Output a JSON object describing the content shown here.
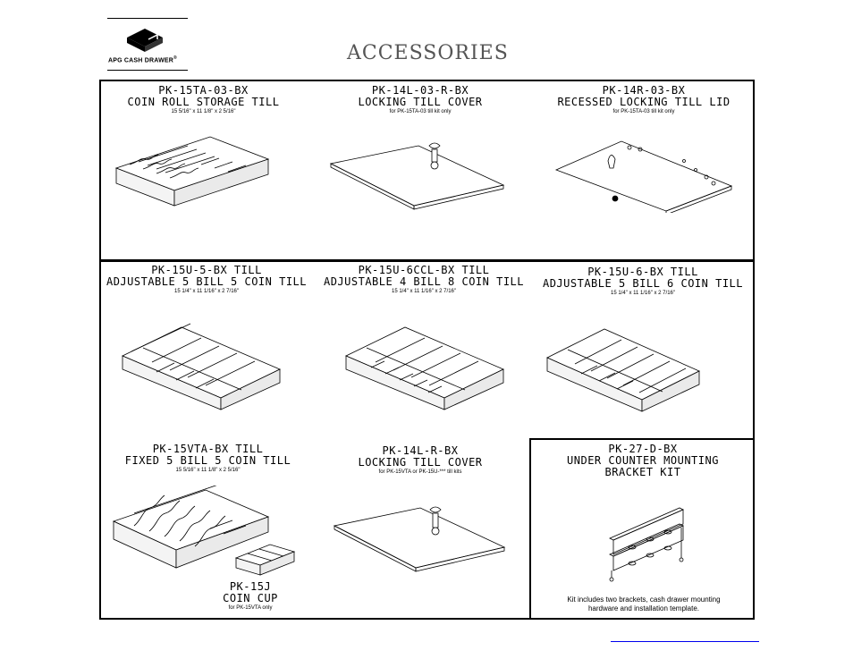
{
  "brand": {
    "logo_text": "APG CASH DRAWER",
    "trademark": "®"
  },
  "page": {
    "title": "ACCESSORIES"
  },
  "products": [
    {
      "code": "PK-15TA-03-BX",
      "name": "COIN ROLL STORAGE TILL",
      "dim": "15 5/16\" x 11 1/8\" x 2 5/16\""
    },
    {
      "code": "PK-14L-03-R-BX",
      "name": "LOCKING TILL COVER",
      "dim": "for PK-15TA-03 till kit only"
    },
    {
      "code": "PK-14R-03-BX",
      "name": "RECESSED LOCKING TILL LID",
      "dim": "for PK-15TA-03 till kit only"
    },
    {
      "code": "PK-15U-5-BX TILL",
      "name": "ADJUSTABLE 5 BILL 5 COIN TILL",
      "dim": "15 1/4\" x 11 1/16\" x 2 7/16\""
    },
    {
      "code": "PK-15U-6CCL-BX TILL",
      "name": "ADJUSTABLE 4 BILL 8 COIN TILL",
      "dim": "15 1/4\" x 11 1/16\" x 2 7/16\""
    },
    {
      "code": "PK-15U-6-BX TILL",
      "name": "ADJUSTABLE 5 BILL 6 COIN TILL",
      "dim": "15 1/4\" x 11 1/16\" x 2 7/16\""
    },
    {
      "code": "PK-15VTA-BX TILL",
      "name": "FIXED 5 BILL 5 COIN TILL",
      "dim": "15 5/16\" x 11 1/8\" x 2 5/16\""
    },
    {
      "code": "PK-14L-R-BX",
      "name": "LOCKING TILL COVER",
      "dim": "for PK-15VTA or PK-15U-*** till kits"
    },
    {
      "code": "PK-27-D-BX",
      "name": "UNDER COUNTER MOUNTING",
      "name2": "BRACKET KIT"
    }
  ],
  "coin_cup": {
    "code": "PK-15J",
    "name": "COIN CUP",
    "dim": "for PK-15VTA only"
  },
  "kit_note": {
    "line1": "Kit includes two brackets, cash drawer mounting",
    "line2": "hardware and installation template."
  }
}
